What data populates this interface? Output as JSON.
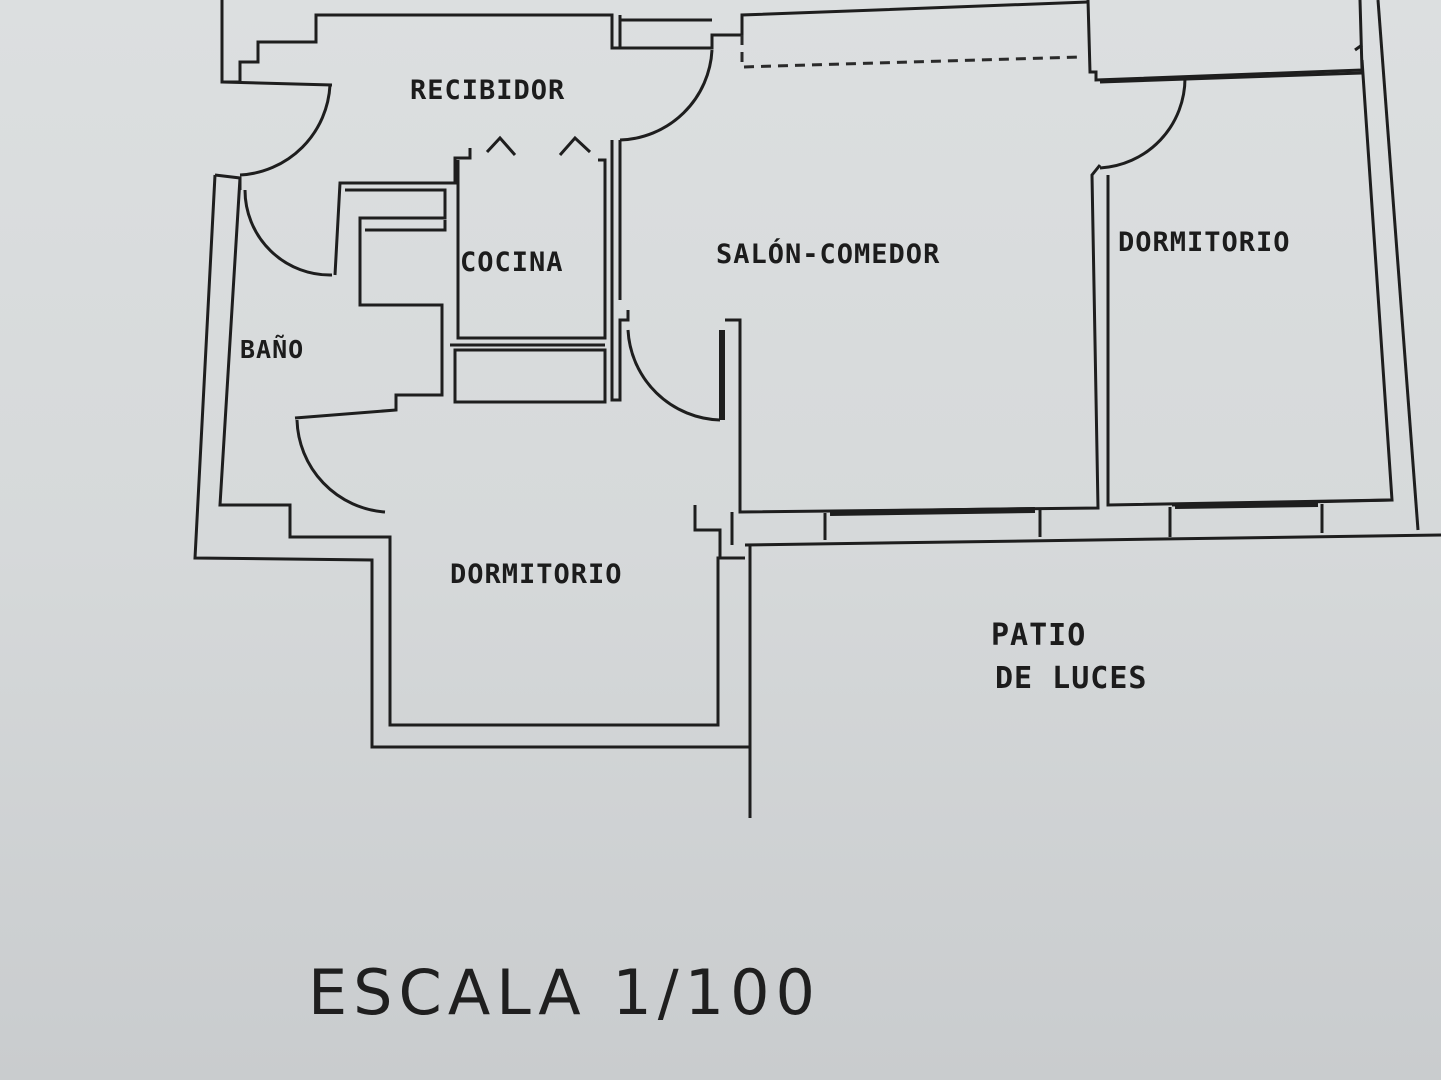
{
  "plan": {
    "rooms": [
      {
        "id": "recibidor",
        "label": "RECIBIDOR"
      },
      {
        "id": "cocina",
        "label": "COCINA"
      },
      {
        "id": "bano",
        "label": "BAÑO"
      },
      {
        "id": "salon",
        "label": "SALÓN-COMEDOR"
      },
      {
        "id": "dormitorio_right",
        "label": "DORMITORIO"
      },
      {
        "id": "dormitorio_bottom",
        "label": "DORMITORIO"
      },
      {
        "id": "patio",
        "label_line1": "PATIO",
        "label_line2": "DE LUCES"
      }
    ],
    "scale": "ESCALA 1/100",
    "colors": {
      "paper": "#d8dbdc",
      "ink": "#1e1e1e"
    }
  }
}
